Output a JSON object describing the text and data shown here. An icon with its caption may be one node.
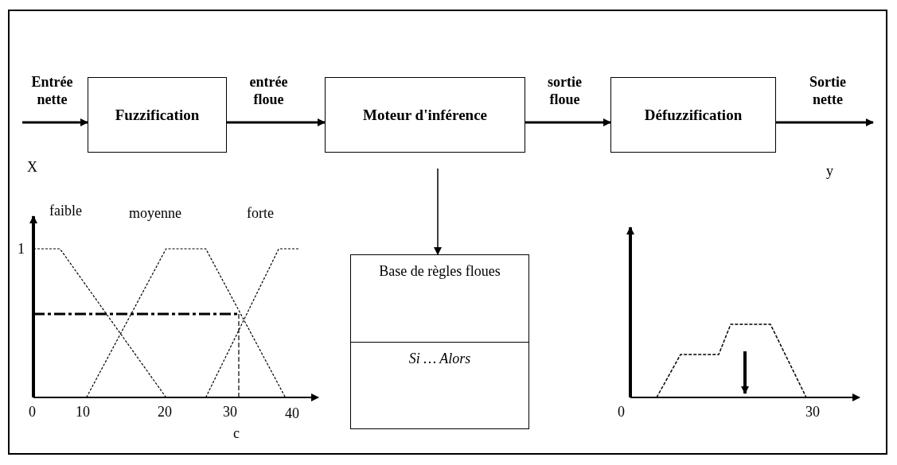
{
  "diagram": {
    "nodes": [
      {
        "text": [
          "Fuzzification"
        ]
      },
      {
        "text": [
          "Moteur d'inférence"
        ]
      },
      {
        "text": [
          "Défuzzification"
        ]
      },
      {
        "text": [
          "Base de règles floues",
          "Si … Alors"
        ]
      }
    ],
    "edges": [
      {
        "from": null,
        "to": 0,
        "arrow": "to",
        "label": "Entrée nette"
      },
      {
        "from": 0,
        "to": 1,
        "arrow": "to",
        "label": "entrée floue"
      },
      {
        "from": 1,
        "to": 2,
        "arrow": "to",
        "label": "sortie floue"
      },
      {
        "from": 2,
        "to": null,
        "arrow": "to",
        "label": "Sortie nette"
      },
      {
        "from": 1,
        "to": 3,
        "arrow": "to"
      }
    ],
    "labels": [
      "X",
      "y",
      "faible",
      "moyenne",
      "forte",
      "1",
      "0",
      "10",
      "20",
      "30",
      "40",
      "c",
      "0",
      "30"
    ]
  }
}
